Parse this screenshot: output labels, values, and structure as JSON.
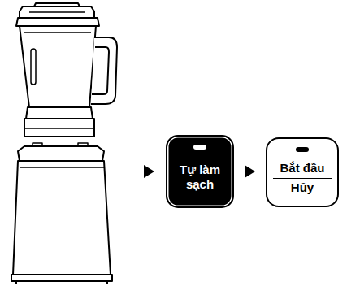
{
  "diagram": {
    "nodes": [
      {
        "text": [
          "Tự làm sạch"
        ]
      },
      {
        "text": [
          "Bắt đầu",
          "Hủy"
        ]
      }
    ],
    "edges": [
      {
        "from": 0,
        "to": 1,
        "arrow": "to"
      }
    ]
  }
}
